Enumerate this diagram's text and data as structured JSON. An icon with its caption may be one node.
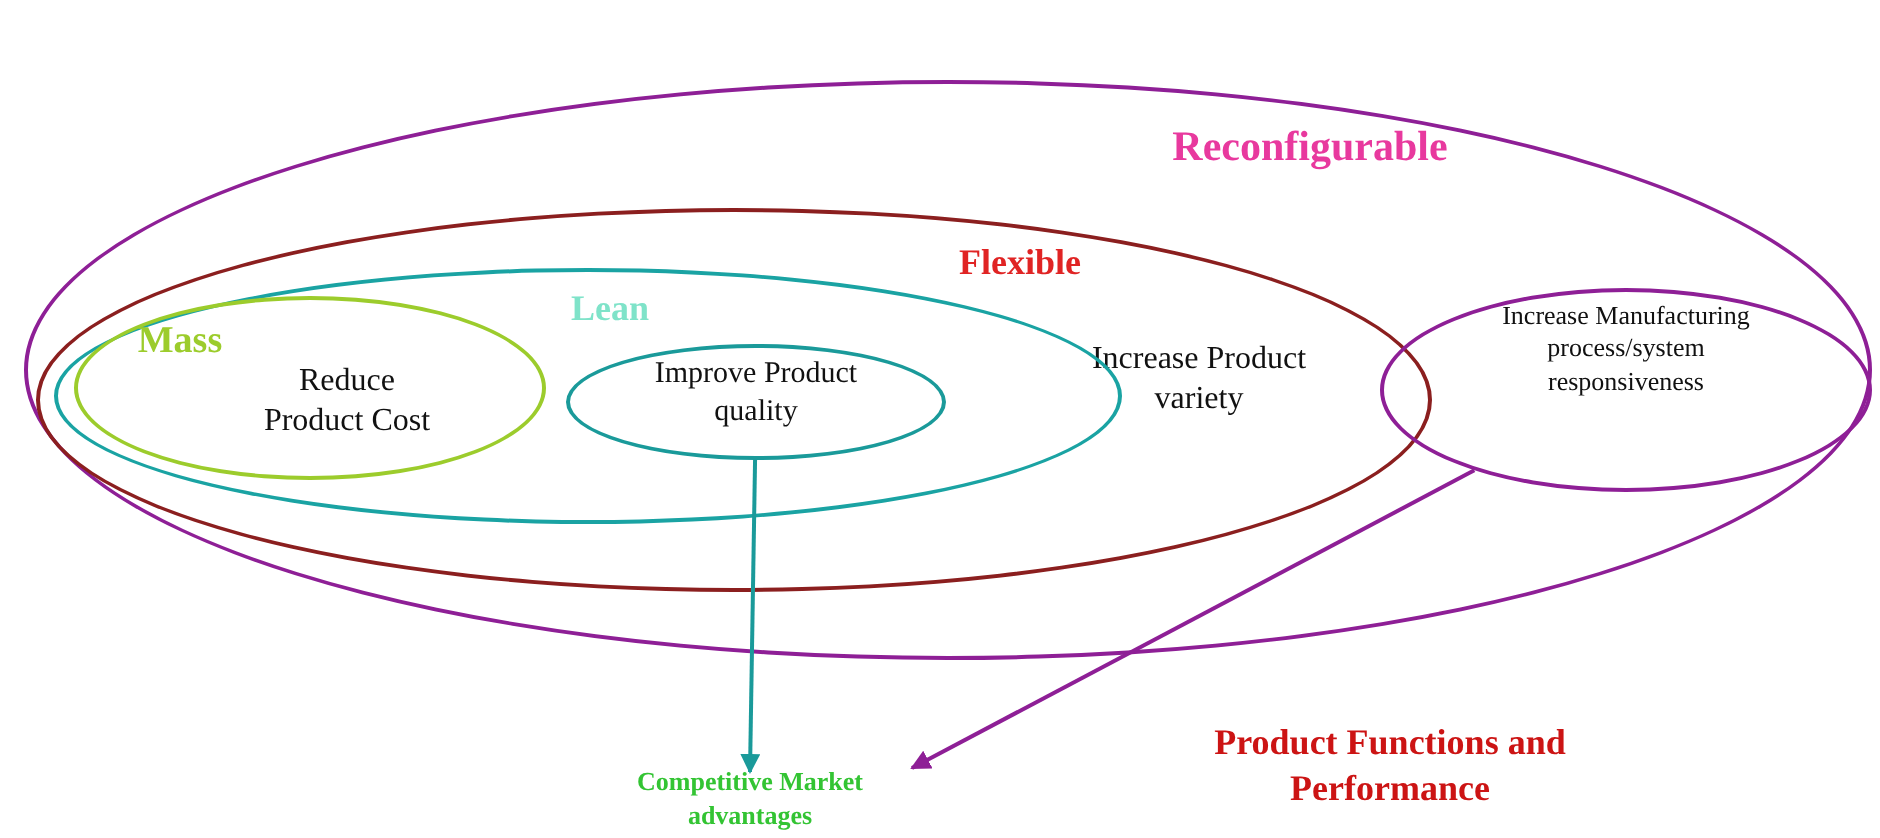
{
  "diagram": {
    "nodes": [
      {
        "text": [
          "Reconfigurable"
        ]
      },
      {
        "text": [
          "Flexible",
          "Increase Product variety"
        ],
        "in": 0
      },
      {
        "text": [
          "Lean"
        ],
        "in": 1
      },
      {
        "text": [
          "Mass",
          "Reduce Product Cost"
        ],
        "in": 2
      },
      {
        "text": [
          "Improve Product quality"
        ],
        "in": 2
      },
      {
        "text": [
          "Increase Manufacturing process/system responsiveness"
        ],
        "in": 0
      },
      {
        "text": [
          "Competitive Market advantages"
        ]
      }
    ],
    "edges": [
      {
        "from": 4,
        "to": 6,
        "arrow": "to",
        "color": "#1a9a9a"
      },
      {
        "from": 5,
        "to": 6,
        "arrow": "to",
        "color": "#8e1f96"
      }
    ],
    "labels": [
      "Product Functions and Performance"
    ]
  }
}
